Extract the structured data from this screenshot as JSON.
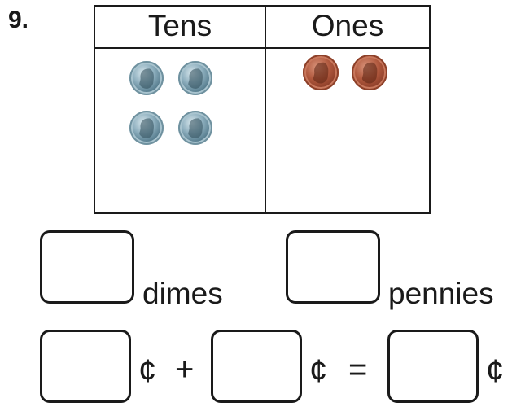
{
  "problem": {
    "number": "9."
  },
  "place_value_chart": {
    "headers": {
      "tens": "Tens",
      "ones": "Ones"
    },
    "tens_coins": {
      "type": "dime",
      "count": 4
    },
    "ones_coins": {
      "type": "penny",
      "count": 2
    }
  },
  "answer_row": {
    "dimes_label": "dimes",
    "pennies_label": "pennies"
  },
  "equation": {
    "cent_symbol": "¢",
    "plus": "+",
    "equals": "="
  },
  "colors": {
    "dime": "#6f919f",
    "penny": "#a4492e",
    "ink": "#1a1a1a"
  }
}
